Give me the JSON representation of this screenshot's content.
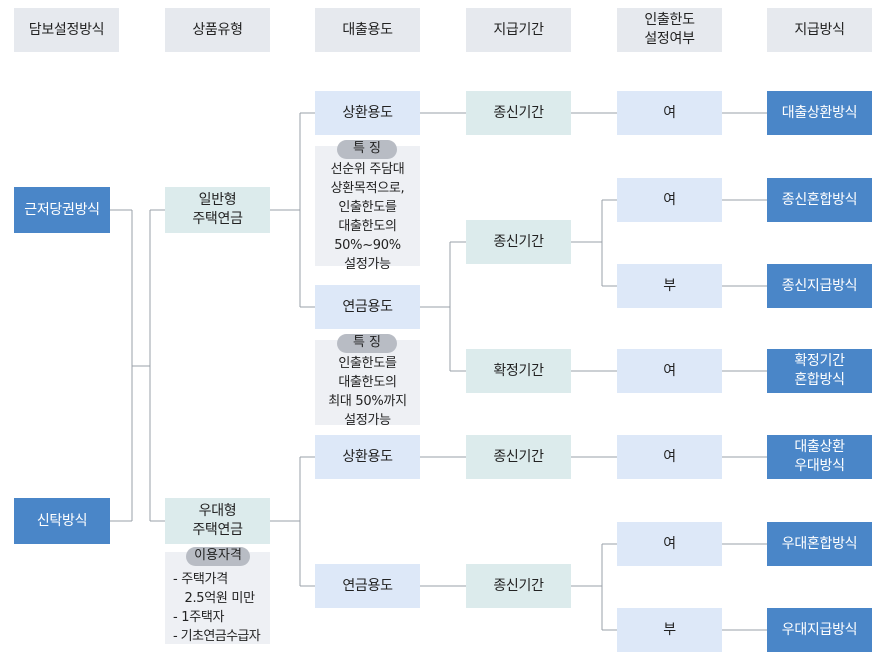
{
  "headers": {
    "collateral": "담보설정방식",
    "product": "상품유형",
    "purpose": "대출용도",
    "period": "지급기간",
    "limit": [
      "인출한도",
      "설정여부"
    ],
    "method": "지급방식"
  },
  "collateral": {
    "mortgage": "근저당권방식",
    "trust": "신탁방식"
  },
  "product": {
    "general": [
      "일반형",
      "주택연금"
    ],
    "preferential": [
      "우대형",
      "주택연금"
    ]
  },
  "purpose": {
    "repay1": "상환용도",
    "pension1": "연금용도",
    "repay2": "상환용도",
    "pension2": "연금용도"
  },
  "feature1": {
    "label": "특 징",
    "lines": [
      "선순위 주담대",
      "상환목적으로,",
      "인출한도를",
      "대출한도의",
      "50%~90%",
      "설정가능"
    ]
  },
  "feature2": {
    "label": "특 징",
    "lines": [
      "인출한도를",
      "대출한도의",
      "최대 50%까지",
      "설정가능"
    ]
  },
  "eligibility": {
    "label": "이용자격",
    "lines": [
      "- 주택가격",
      "   2.5억원 미만",
      "- 1주택자",
      "- 기초연금수급자"
    ]
  },
  "period": {
    "p1": "종신기간",
    "p2": "종신기간",
    "p3": "확정기간",
    "p4": "종신기간",
    "p5": "종신기간"
  },
  "limit": {
    "l1": "여",
    "l2": "여",
    "l3": "부",
    "l4": "여",
    "l5": "여",
    "l6": "여",
    "l7": "부"
  },
  "method": {
    "m1": [
      "대출상환방식"
    ],
    "m2": [
      "종신혼합방식"
    ],
    "m3": [
      "종신지급방식"
    ],
    "m4": [
      "확정기간",
      "혼합방식"
    ],
    "m5": [
      "대출상환",
      "우대방식"
    ],
    "m6": [
      "우대혼합방식"
    ],
    "m7": [
      "우대지급방식"
    ]
  },
  "colors": {
    "header": "#e6e9ee",
    "blue": "#4a86c8",
    "light_blue": "#dde8f8",
    "teal": "#dcebec",
    "note": "#eef0f4",
    "pill": "#b8bcc4",
    "line": "#9aa0a8"
  }
}
